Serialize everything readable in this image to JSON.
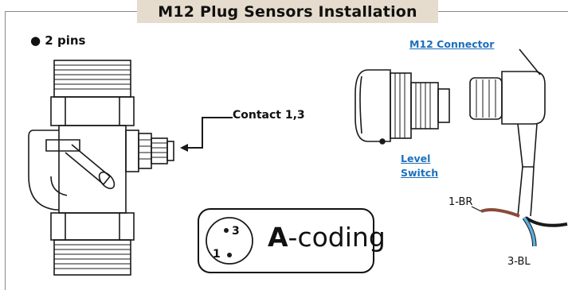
{
  "title": "M12 Plug Sensors Installation",
  "pins_label": "● 2 pins",
  "contact_label": "Contact 1,3",
  "m12_connector_label": "M12 Connector",
  "level_switch_label": [
    "Level",
    "Switch"
  ],
  "wire_labels": {
    "brown": "1-BR",
    "blue": "3-BL"
  },
  "coding": {
    "letter": "A",
    "suffix": "-coding",
    "pins": [
      "3",
      "1"
    ]
  },
  "colors": {
    "title_band": "#e5dccd",
    "link_blue": "#1c6fbd",
    "wire_brown": "#8b4a3a",
    "wire_blue": "#5aaee0",
    "outline": "#1a1a1a"
  }
}
